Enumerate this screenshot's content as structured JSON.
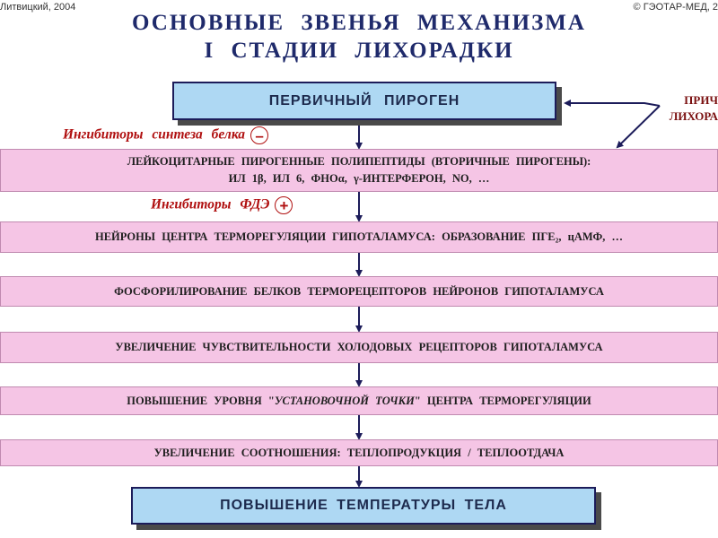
{
  "header": {
    "copyright_left": "Литвицкий, 2004",
    "copyright_right": "© ГЭОТАР-МЕД, 2",
    "title_line1": "ОСНОВНЫЕ ЗВЕНЬЯ МЕХАНИЗМА",
    "title_line2": "I СТАДИИ ЛИХОРАДКИ"
  },
  "nodes": {
    "primary_pyrogen": "ПЕРВИЧНЫЙ ПИРОГЕН",
    "causes": [
      "ПРИЧ",
      "ЛИХОРА"
    ],
    "step1_line1": "ЛЕЙКОЦИТАРНЫЕ ПИРОГЕННЫЕ ПОЛИПЕПТИДЫ (ВТОРИЧНЫЕ ПИРОГЕНЫ):",
    "step1_line2": "ИЛ 1β, ИЛ 6, ФНОα, γ-ИНТЕРФЕРОН, NO, …",
    "step2": "НЕЙРОНЫ ЦЕНТРА ТЕРМОРЕГУЛЯЦИИ ГИПОТАЛАМУСА: ОБРАЗОВАНИЕ ПГЕ₂, цАМФ, …",
    "step3": "ФОСФОРИЛИРОВАНИЕ БЕЛКОВ ТЕРМОРЕЦЕПТОРОВ НЕЙРОНОВ ГИПОТАЛАМУСА",
    "step4": "УВЕЛИЧЕНИЕ ЧУВСТВИТЕЛЬНОСТИ ХОЛОДОВЫХ РЕЦЕПТОРОВ ГИПОТАЛАМУСА",
    "step5_pre": "ПОВЫШЕНИЕ УРОВНЯ \"",
    "step5_em": "УСТАНОВОЧНОЙ ТОЧКИ",
    "step5_post": "\" ЦЕНТРА ТЕРМОРЕГУЛЯЦИИ",
    "step6": "УВЕЛИЧЕНИЕ СООТНОШЕНИЯ: ТЕПЛОПРОДУКЦИЯ / ТЕПЛООТДАЧА",
    "result": "ПОВЫШЕНИЕ ТЕМПЕРАТУРЫ ТЕЛА"
  },
  "modifiers": {
    "inhibitor1_label": "Ингибиторы синтеза белка",
    "inhibitor1_sign": "–",
    "inhibitor2_label": "Ингибиторы ФДЭ",
    "inhibitor2_sign": "+"
  },
  "colors": {
    "title": "#1f2a6b",
    "blue_box": "#aed8f3",
    "pink_box": "#f5c5e5",
    "inhibitor": "#b01010",
    "arrow": "#1c1c5a"
  }
}
